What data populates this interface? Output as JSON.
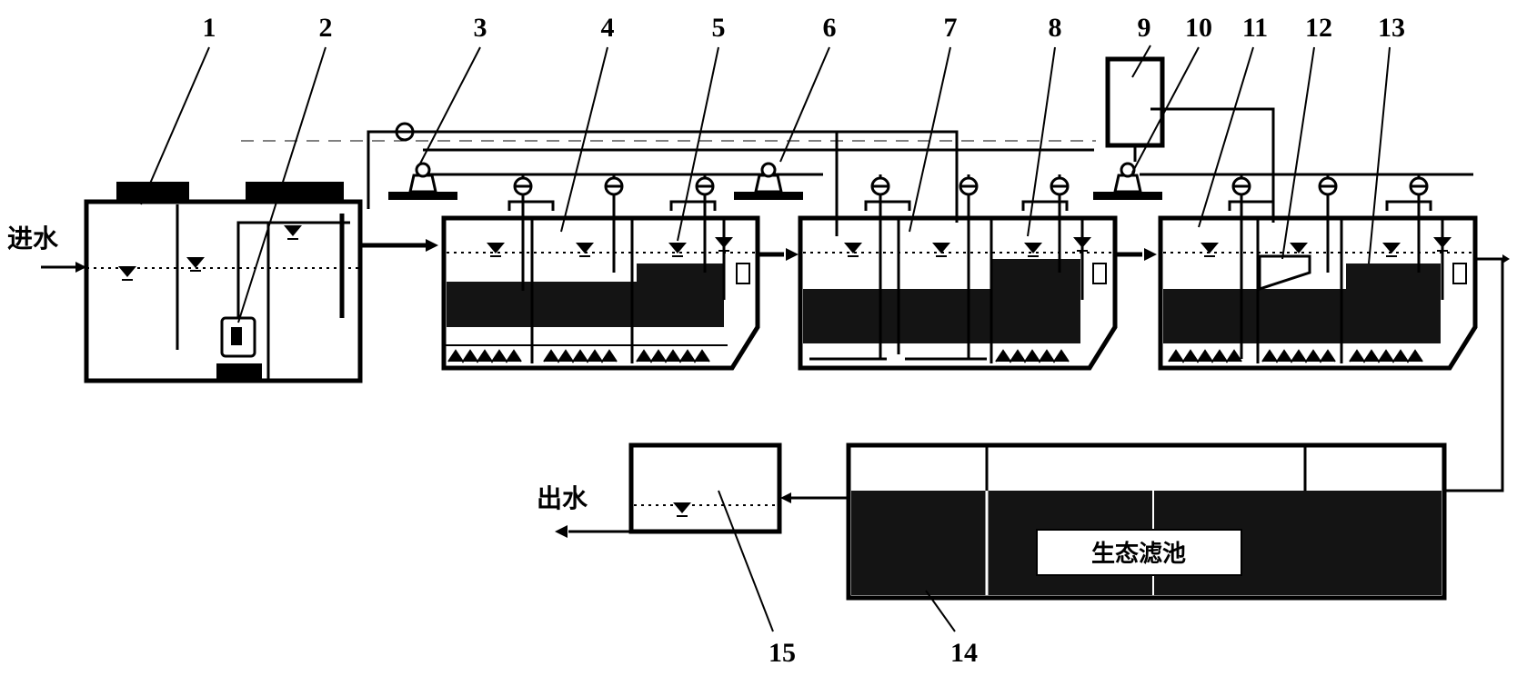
{
  "labels": {
    "inlet": "进水",
    "outlet": "出水",
    "eco_pond": "生态滤池",
    "n1": "1",
    "n2": "2",
    "n3": "3",
    "n4": "4",
    "n5": "5",
    "n6": "6",
    "n7": "7",
    "n8": "8",
    "n9": "9",
    "n10": "10",
    "n11": "11",
    "n12": "12",
    "n13": "13",
    "n14": "14",
    "n15": "15"
  },
  "colors": {
    "line": "#000000",
    "sludge": "#141414",
    "background": "#ffffff"
  }
}
